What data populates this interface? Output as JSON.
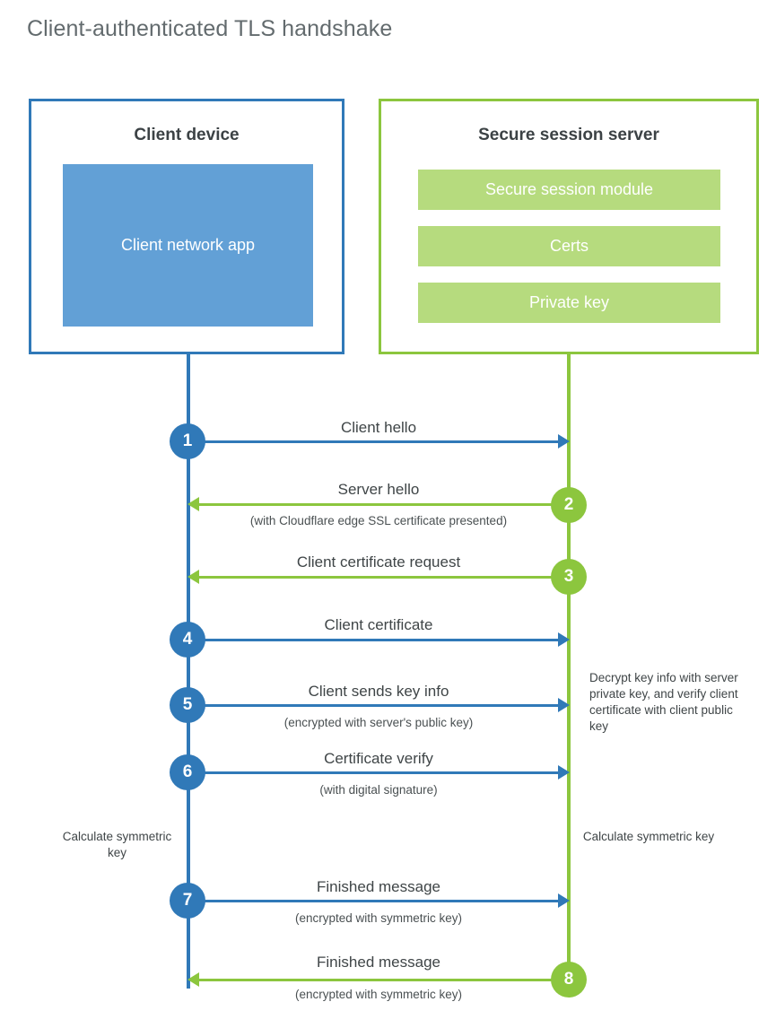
{
  "title": "Client-authenticated TLS handshake",
  "colors": {
    "client_blue": "#3079B8",
    "client_app_blue": "#62A0D6",
    "server_green": "#8CC63E",
    "server_bar_green": "#B6DB7E",
    "text": "#3f4547",
    "title_text": "#636b6e"
  },
  "parties": {
    "client": {
      "title": "Client device",
      "app_label": "Client network app"
    },
    "server": {
      "title": "Secure session server",
      "components": [
        "Secure session module",
        "Certs",
        "Private key"
      ]
    }
  },
  "steps": [
    {
      "number": "1",
      "label": "Client hello",
      "sublabel": "",
      "direction": "client-to-server",
      "color": "blue"
    },
    {
      "number": "2",
      "label": "Server hello",
      "sublabel": "(with Cloudflare edge SSL certificate presented)",
      "direction": "server-to-client",
      "color": "green"
    },
    {
      "number": "3",
      "label": "Client certificate request",
      "sublabel": "",
      "direction": "server-to-client",
      "color": "green"
    },
    {
      "number": "4",
      "label": "Client certificate",
      "sublabel": "",
      "direction": "client-to-server",
      "color": "blue"
    },
    {
      "number": "5",
      "label": "Client sends key info",
      "sublabel": "(encrypted with server's public key)",
      "direction": "client-to-server",
      "color": "blue"
    },
    {
      "number": "6",
      "label": "Certificate verify",
      "sublabel": "(with digital signature)",
      "direction": "client-to-server",
      "color": "blue"
    },
    {
      "number": "7",
      "label": "Finished message",
      "sublabel": "(encrypted with symmetric key)",
      "direction": "client-to-server",
      "color": "blue"
    },
    {
      "number": "8",
      "label": "Finished message",
      "sublabel": "(encrypted with symmetric key)",
      "direction": "server-to-client",
      "color": "green"
    }
  ],
  "annotations": {
    "decrypt_note": "Decrypt key info with server private key, and verify client certificate with client public key",
    "calculate_client": "Calculate symmetric key",
    "calculate_server": "Calculate symmetric key"
  }
}
